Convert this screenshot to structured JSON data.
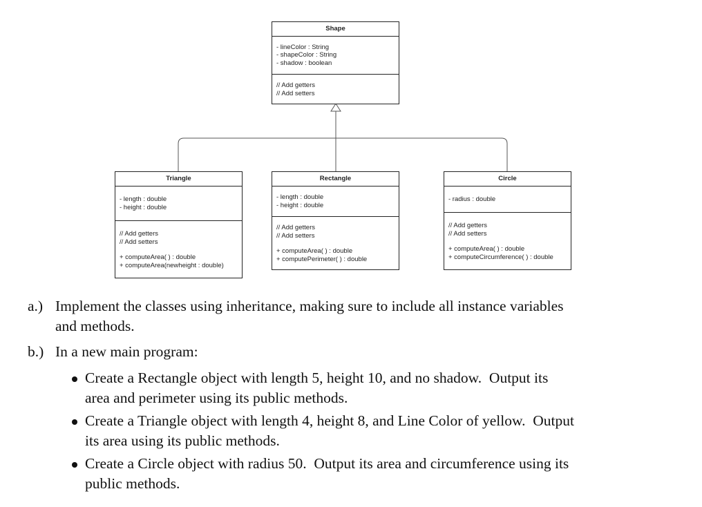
{
  "diagram": {
    "shape": {
      "name": "Shape",
      "attributes": [
        "- lineColor : String",
        "- shapeColor : String",
        "- shadow : boolean"
      ],
      "methods": [
        "// Add getters",
        "// Add setters"
      ]
    },
    "triangle": {
      "name": "Triangle",
      "attributes": [
        "- length : double",
        "- height : double"
      ],
      "methods": [
        "// Add getters",
        "// Add setters"
      ],
      "operations": [
        "+ computeArea( ) : double",
        "+ computeArea(newheight : double)"
      ]
    },
    "rectangle": {
      "name": "Rectangle",
      "attributes": [
        "- length : double",
        "- height : double"
      ],
      "methods": [
        "// Add getters",
        "// Add setters"
      ],
      "operations": [
        "+ computeArea( ) : double",
        "+ computePerimeter( ) : double"
      ]
    },
    "circle": {
      "name": "Circle",
      "attributes": [
        "- radius : double"
      ],
      "methods": [
        "// Add getters",
        "// Add setters"
      ],
      "operations": [
        "+ computeArea( ) : double",
        "+ computeCircumference( ) : double"
      ]
    }
  },
  "questions": {
    "a": {
      "label": "a.)",
      "lines": [
        "Implement the classes using inheritance, making sure to include all instance variables",
        "and methods."
      ]
    },
    "b": {
      "label": "b.)",
      "text": "In a new main program:",
      "bullets": [
        [
          "Create a Rectangle object with length 5, height 10, and no shadow.  Output its",
          "area and perimeter using its public methods."
        ],
        [
          "Create a Triangle object with length 4, height 8, and Line Color of yellow.  Output",
          "its area using its public methods."
        ],
        [
          "Create a Circle object with radius 50.  Output its area and circumference using its",
          "public methods."
        ]
      ]
    }
  }
}
